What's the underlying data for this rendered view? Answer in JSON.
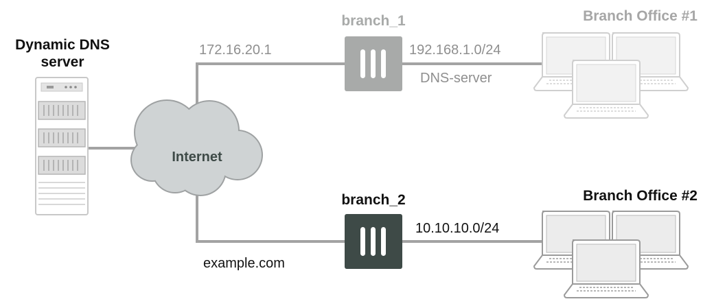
{
  "dns_server": {
    "label_line1": "Dynamic DNS",
    "label_line2": "server"
  },
  "internet": {
    "label": "Internet"
  },
  "branch_1": {
    "device_label": "branch_1",
    "wan_ip": "172.16.20.1",
    "lan_subnet": "192.168.1.0/24",
    "lan_role": "DNS-server",
    "office_label": "Branch Office #1",
    "device_color": "#a8aaa9",
    "office_color": "#a6a6a6"
  },
  "branch_2": {
    "device_label": "branch_2",
    "wan_name": "example.com",
    "lan_subnet": "10.10.10.0/24",
    "office_label": "Branch Office #2",
    "device_color": "#3e4a47",
    "office_color": "#111111"
  },
  "colors": {
    "link": "#a3a3a3",
    "cloud_fill": "#cfd3d4",
    "cloud_stroke": "#9ea1a2"
  }
}
